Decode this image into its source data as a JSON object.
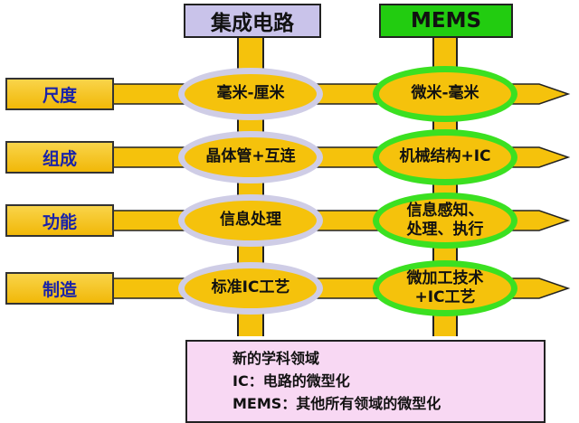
{
  "headers": {
    "ic": "集成电路",
    "mems": "MEMS"
  },
  "rows": [
    {
      "label": "尺度",
      "ic": [
        "毫米-厘米"
      ],
      "mems": [
        "微米-毫米"
      ]
    },
    {
      "label": "组成",
      "ic": [
        "晶体管+互连"
      ],
      "mems": [
        "机械结构+IC"
      ]
    },
    {
      "label": "功能",
      "ic": [
        "信息处理"
      ],
      "mems": [
        "信息感知、",
        "处理、执行"
      ]
    },
    {
      "label": "制造",
      "ic": [
        "标准IC工艺"
      ],
      "mems": [
        "微加工技术",
        "+IC工艺"
      ]
    }
  ],
  "summary": {
    "line1": "新的学科领域",
    "line2": "IC：电路的微型化",
    "line3": "MEMS：其他所有领域的微型化"
  },
  "colors": {
    "arrow_fill": "#f5c20c",
    "ic_header": "#c9c3ea",
    "mems_header": "#22cc10",
    "label_text": "#1a23a8",
    "summary_bg": "#f8d8f3"
  }
}
